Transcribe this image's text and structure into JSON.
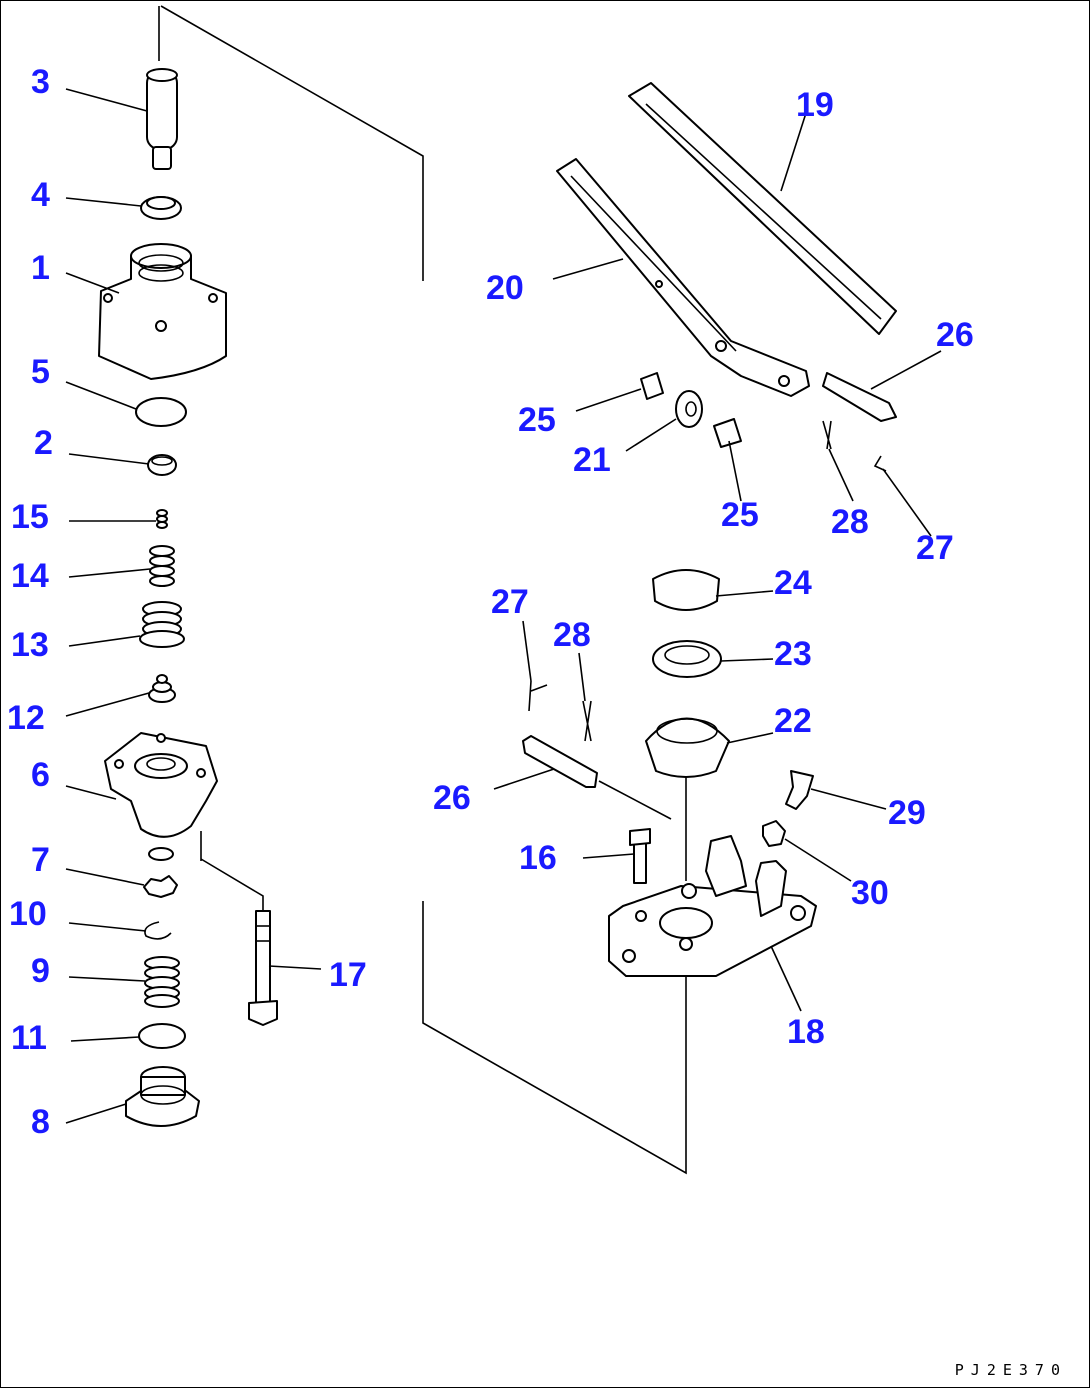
{
  "drawing_code": "PJ2E370",
  "callouts": {
    "c1": "1",
    "c2": "2",
    "c3": "3",
    "c4": "4",
    "c5": "5",
    "c6": "6",
    "c7": "7",
    "c8": "8",
    "c9": "9",
    "c10": "10",
    "c11": "11",
    "c12": "12",
    "c13": "13",
    "c14": "14",
    "c15": "15",
    "c16": "16",
    "c17": "17",
    "c18": "18",
    "c19": "19",
    "c20": "20",
    "c21": "21",
    "c22": "22",
    "c23": "23",
    "c24": "24",
    "c25a": "25",
    "c25b": "25",
    "c26a": "26",
    "c26b": "26",
    "c27a": "27",
    "c27b": "27",
    "c28a": "28",
    "c28b": "28",
    "c29": "29",
    "c30": "30"
  },
  "colors": {
    "callout": "#1a1aff",
    "line": "#000000",
    "background": "#ffffff"
  }
}
